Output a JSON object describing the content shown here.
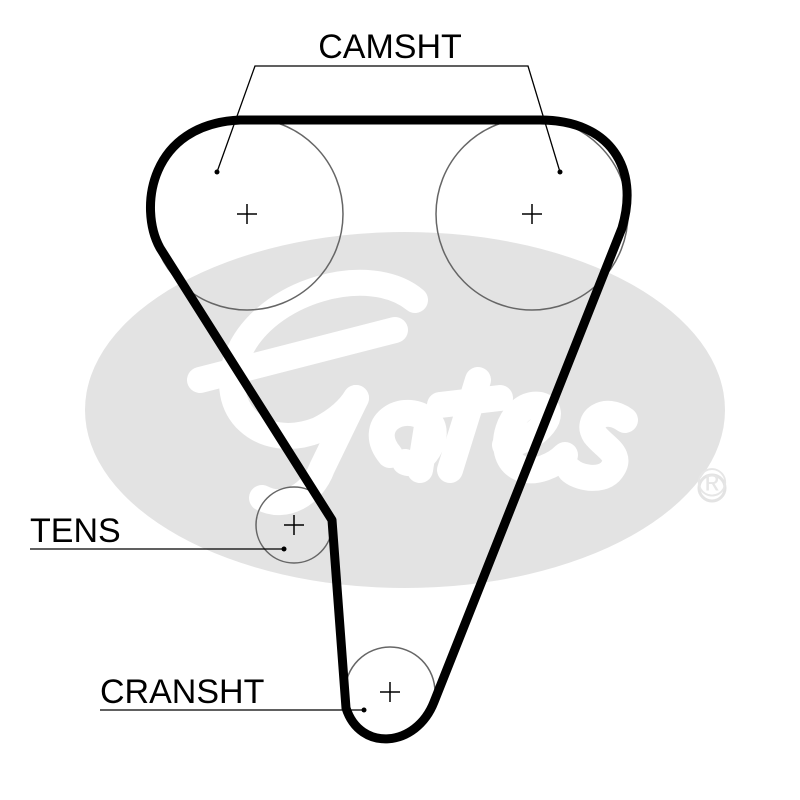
{
  "labels": {
    "camshaft": "CAMSHT",
    "tensioner": "TENS",
    "crankshaft": "CRANSHT"
  },
  "watermark": {
    "brand": "Gates",
    "mark": "®"
  },
  "colors": {
    "belt": "#000000",
    "pulley": "#666666",
    "watermark": "#e3e3e3"
  }
}
